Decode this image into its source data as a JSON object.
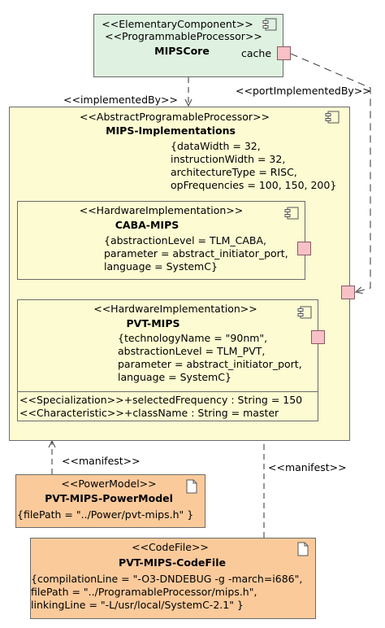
{
  "mipscore": {
    "stereotype1": "<<ElementaryComponent>>",
    "stereotype2": "<<ProgrammableProcessor>>",
    "name": "MIPSCore",
    "port_label": "cache"
  },
  "impl": {
    "stereotype": "<<AbstractProgramableProcessor>>",
    "name": "MIPS-Implementations",
    "props": [
      "{dataWidth = 32,",
      "instructionWidth = 32,",
      "architectureType = RISC,",
      "opFrequencies = 100, 150, 200}"
    ]
  },
  "caba": {
    "stereotype": "<<HardwareImplementation>>",
    "name": "CABA-MIPS",
    "props": [
      "{abstractionLevel = TLM_CABA,",
      "parameter = abstract_initiator_port,",
      "language = SystemC}"
    ]
  },
  "pvt": {
    "stereotype": "<<HardwareImplementation>>",
    "name": "PVT-MIPS",
    "props": [
      "{technologyName = \"90nm\",",
      "abstractionLevel = TLM_PVT,",
      "parameter = abstract_initiator_port,",
      "language = SystemC}"
    ],
    "attributes": [
      "<<Specialization>>+selectedFrequency : String = 150",
      "<<Characteristic>>+className : String = master"
    ]
  },
  "power": {
    "stereotype": "<<PowerModel>>",
    "name": "PVT-MIPS-PowerModel",
    "props": [
      "{filePath = \"../Power/pvt-mips.h\" }"
    ]
  },
  "codefile": {
    "stereotype": "<<CodeFile>>",
    "name": "PVT-MIPS-CodeFile",
    "props": [
      "{compilationLine = \"-O3-DNDEBUG -g -march=i686\",",
      "filePath = \"../ProgramableProcessor/mips.h\",",
      "linkingLine = \"-L/usr/local/SystemC-2.1\" }"
    ]
  },
  "edges": {
    "implemented_by": "<<implementedBy>>",
    "port_implemented_by": "<<portImplementedBy>>",
    "manifest1": "<<manifest>>",
    "manifest2": "<<manifest>>"
  },
  "colors": {
    "component_fill": "#dff2e1",
    "implementation_fill": "#fdfbd2",
    "artifact_fill": "#fbca9b",
    "port_fill": "#f7c1c7"
  }
}
